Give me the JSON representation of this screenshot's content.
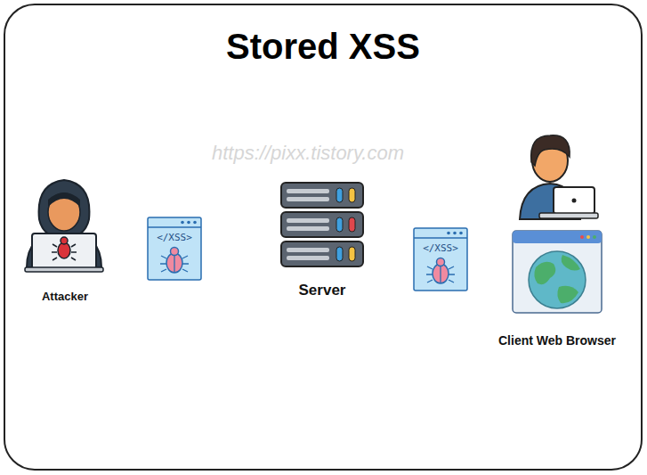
{
  "diagram": {
    "title": "Stored XSS",
    "nodes": [
      {
        "text": [
          "Attacker"
        ]
      },
      {
        "text": [
          "Server"
        ]
      },
      {
        "text": [
          "Client Web Browser"
        ]
      }
    ],
    "edges": [
      {
        "from": 0,
        "to": 1,
        "arrow": "to"
      },
      {
        "from": 1,
        "to": 2,
        "arrow": "both"
      }
    ],
    "labels": [
      "https://pixx.tistory.com",
      "</XSS>",
      "</XSS>"
    ]
  }
}
